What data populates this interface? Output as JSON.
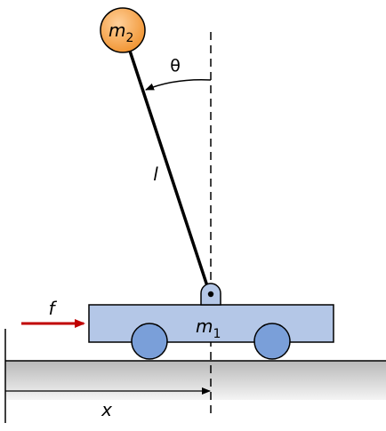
{
  "diagram": {
    "labels": {
      "force": "f",
      "cart_mass_base": "m",
      "cart_mass_sub": "1",
      "bob_mass_base": "m",
      "bob_mass_sub": "2",
      "rod_length": "l",
      "angle": "θ",
      "position": "x"
    },
    "colors": {
      "cart_fill": "#b4c7e7",
      "wheel_fill": "#7a9fd9",
      "bob_fill": "#f5a54a",
      "force_arrow": "#c00000",
      "ground_top": "#b8b8b8",
      "ground_bottom": "#f4f4f4",
      "line": "#000000"
    }
  }
}
